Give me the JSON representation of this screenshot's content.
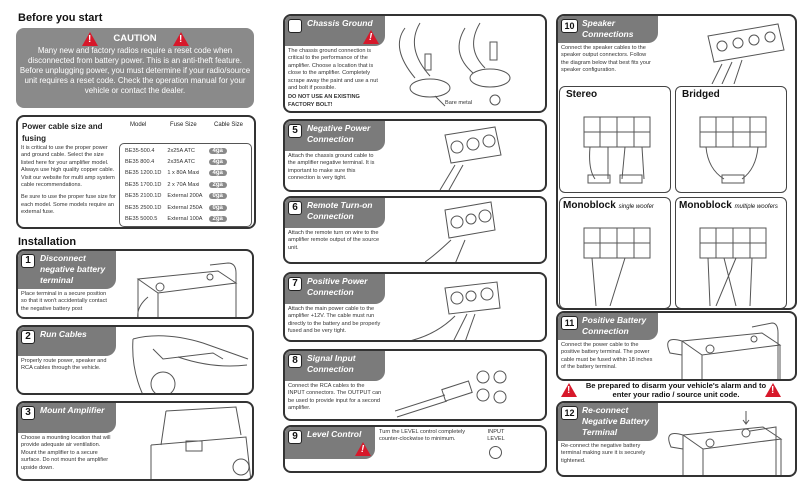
{
  "before": {
    "title": "Before you start",
    "caution": {
      "title": "CAUTION",
      "body": "Many new and factory radios require a reset code when disconnected from battery power. This is an anti-theft feature. Before unplugging power, you must determine if your radio/source unit requires a reset code. Check the operation manual for your vehicle or contact the dealer."
    }
  },
  "cable": {
    "title": "Power cable size and fusing",
    "col_model": "Model",
    "col_fuse": "Fuse Size",
    "col_cable": "Cable Size",
    "text1": "It is critical to use the proper power and ground cable. Select the size listed here for your amplifier model. Always use high quality copper cable. Visit our website for multi amp system cable recommendations.",
    "text2": "Be sure to use the proper fuse size for each model. Some models require an external fuse.",
    "rows": [
      {
        "model": "BE35-500.4",
        "fuse": "2x25A ATC",
        "cable": "4ga"
      },
      {
        "model": "BE35 800.4",
        "fuse": "2x35A ATC",
        "cable": "4ga"
      },
      {
        "model": "BE35 1200.1D",
        "fuse": "1 x 80A Maxi",
        "cable": "4ga"
      },
      {
        "model": "BE35 1700.1D",
        "fuse": "2 x 70A  Maxi",
        "cable": "2ga"
      },
      {
        "model": "BE35 2100.1D",
        "fuse": "External 200A",
        "cable": "0ga"
      },
      {
        "model": "BE35 2500.1D",
        "fuse": "External 250A",
        "cable": "0ga"
      },
      {
        "model": "BE35 5000.5",
        "fuse": "External 100A",
        "cable": "2ga"
      }
    ]
  },
  "installation": {
    "title": "Installation"
  },
  "steps": {
    "s1": {
      "num": "1",
      "title": "Disconnect negative battery terminal",
      "text": "Place terminal in a secure position so that it won't accidentally contact the negative battery post"
    },
    "s2": {
      "num": "2",
      "title": "Run Cables",
      "text": "Properly route power, speaker and RCA cables through the vehicle."
    },
    "s3": {
      "num": "3",
      "title": "Mount Amplifier",
      "text": "Choose a mounting location that will provide adequate air ventilation. Mount the amplifier to a secure surface. Do not mount the amplifier upside down."
    },
    "s4": {
      "num": "",
      "title": "Chassis Ground",
      "text": "The chassis ground connection is critical to the performance of the amplifier. Choose a location that is close to the amplifier. Completely scrape away the paint and use a nut and bolt if possible.",
      "bold": "DO NOT USE AN EXISTING FACTORY BOLT!",
      "label": "Bare metal"
    },
    "s5": {
      "num": "5",
      "title": "Negative Power Connection",
      "text": "Attach the chassis ground cable to the amplifier negative terminal. It is important to make sure this connection is very tight."
    },
    "s6": {
      "num": "6",
      "title": "Remote Turn-on Connection",
      "text": "Attach the remote turn on wire to the amplifier remote output of the source unit."
    },
    "s7": {
      "num": "7",
      "title": "Positive Power Connection",
      "text": "Attach the main power cable to the amplifier +12V. The cable must run directly to the battery and be properly fused and be very tight."
    },
    "s8": {
      "num": "8",
      "title": "Signal Input Connection",
      "text": "Connect the RCA cables to the INPUT connectors. The OUTPUT can be used to provide input for a second amplifier."
    },
    "s9": {
      "num": "9",
      "title": "Level Control",
      "text": "Turn the LEVEL control completely counter-clockwise to minimum.",
      "knob_label": "INPUT LEVEL"
    },
    "s10": {
      "num": "10",
      "title": "Speaker Connections",
      "text": "Connect the speaker cables to the speaker output connectors. Follow the diagram below that best fits your speaker configuration.",
      "stereo": "Stereo",
      "bridged": "Bridged",
      "mono1": "Monoblock",
      "mono1_sub": "single woofer",
      "mono2": "Monoblock",
      "mono2_sub": "multiple woofers"
    },
    "s11": {
      "num": "11",
      "title": "Positive Battery Connection",
      "text": "Connect the power cable to the positive battery terminal. The power cable must be fused within 18 inches of the battery terminal."
    },
    "s12": {
      "num": "12",
      "title": "Re-connect Negative Battery Terminal",
      "text": "Re-connect the negative battery terminal making sure it is securely tightened."
    }
  },
  "alarm": "Be prepared to disarm your vehicle's alarm and to enter your radio / source unit code.",
  "colors": {
    "tab": "#7b7b7b",
    "warning": "#d7182a",
    "border": "#333333"
  }
}
